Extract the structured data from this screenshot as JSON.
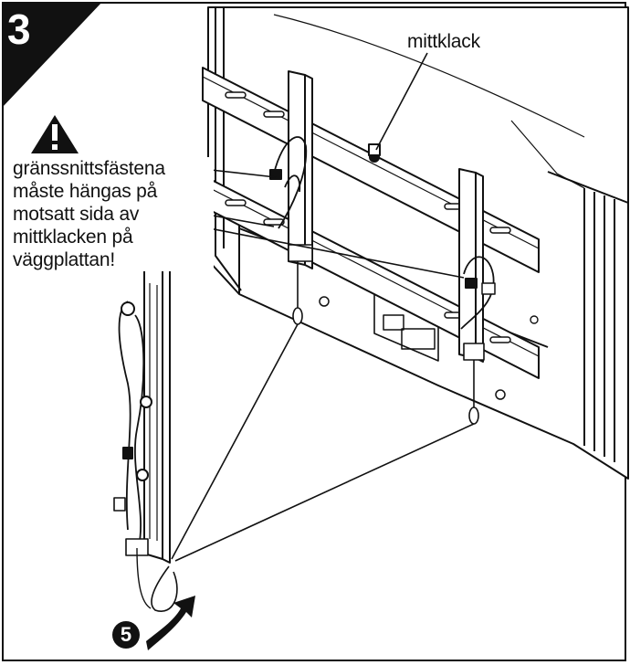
{
  "step": {
    "number": "3"
  },
  "warning": {
    "icon": "warning-triangle-icon",
    "lines": [
      "gränssnittsfästena",
      "måste hängas på",
      "motsatt sida av",
      "mittklacken på",
      "väggplattan!"
    ]
  },
  "labels": {
    "center_tab": "mittklack"
  },
  "substep": {
    "number": "5",
    "icon": "curved-arrow-icon"
  },
  "colors": {
    "ink": "#111111",
    "paper": "#ffffff"
  }
}
